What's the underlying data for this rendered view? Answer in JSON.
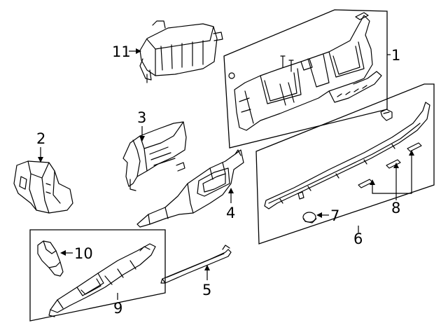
{
  "callouts": [
    {
      "id": "1",
      "label": "1"
    },
    {
      "id": "2",
      "label": "2"
    },
    {
      "id": "3",
      "label": "3"
    },
    {
      "id": "4",
      "label": "4"
    },
    {
      "id": "5",
      "label": "5"
    },
    {
      "id": "6",
      "label": "6"
    },
    {
      "id": "7",
      "label": "7"
    },
    {
      "id": "8",
      "label": "8"
    },
    {
      "id": "9",
      "label": "9"
    },
    {
      "id": "10",
      "label": "10"
    },
    {
      "id": "11",
      "label": "11"
    }
  ],
  "line_color": "#000000",
  "background": "#ffffff"
}
